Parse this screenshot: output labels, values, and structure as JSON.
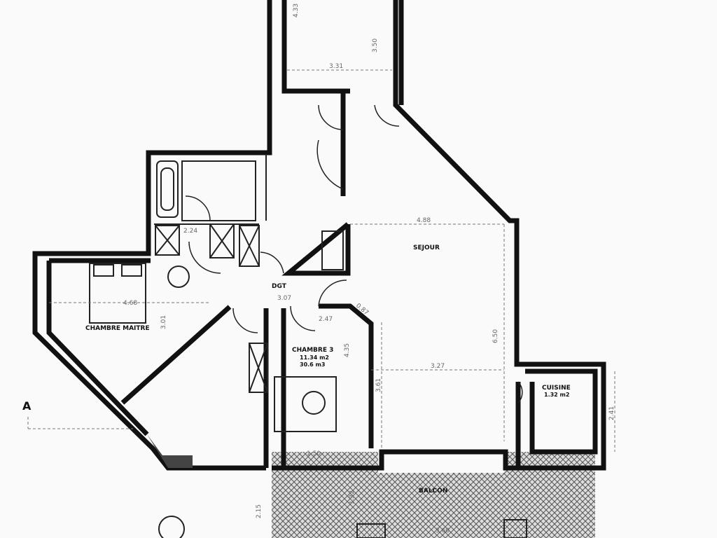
{
  "rooms": {
    "sejour": {
      "name": "SEJOUR"
    },
    "chambre3": {
      "name": "CHAMBRE 3",
      "area": "11.34 m2",
      "volume": "30.6 m3"
    },
    "chambre_maitre": {
      "name": "CHAMBRE MAITRE"
    },
    "cuisine": {
      "name": "CUISINE",
      "area": "1.32 m2"
    },
    "balcon": {
      "name": "BALCON"
    },
    "degagement": {
      "name": "DGT"
    }
  },
  "section_marker": "A",
  "dimensions": {
    "d1": "4.33",
    "d2": "3.50",
    "d3": "3.31",
    "d4": "4.88",
    "d5": "6.50",
    "d6": "3.27",
    "d7": "2.24",
    "d8": "4.68",
    "d9": "3.01",
    "d10": "3.07",
    "d11": "2.47",
    "d12": "4.35",
    "d13": "3.61",
    "d14": "1.50",
    "d15": "2.41",
    "d16": "2.15",
    "d17": "1.32",
    "d18": "3.60",
    "d19": "0.87"
  },
  "colors": {
    "wall": "#111111",
    "balcony_hatch": "#555555",
    "background": "#fafafa"
  }
}
